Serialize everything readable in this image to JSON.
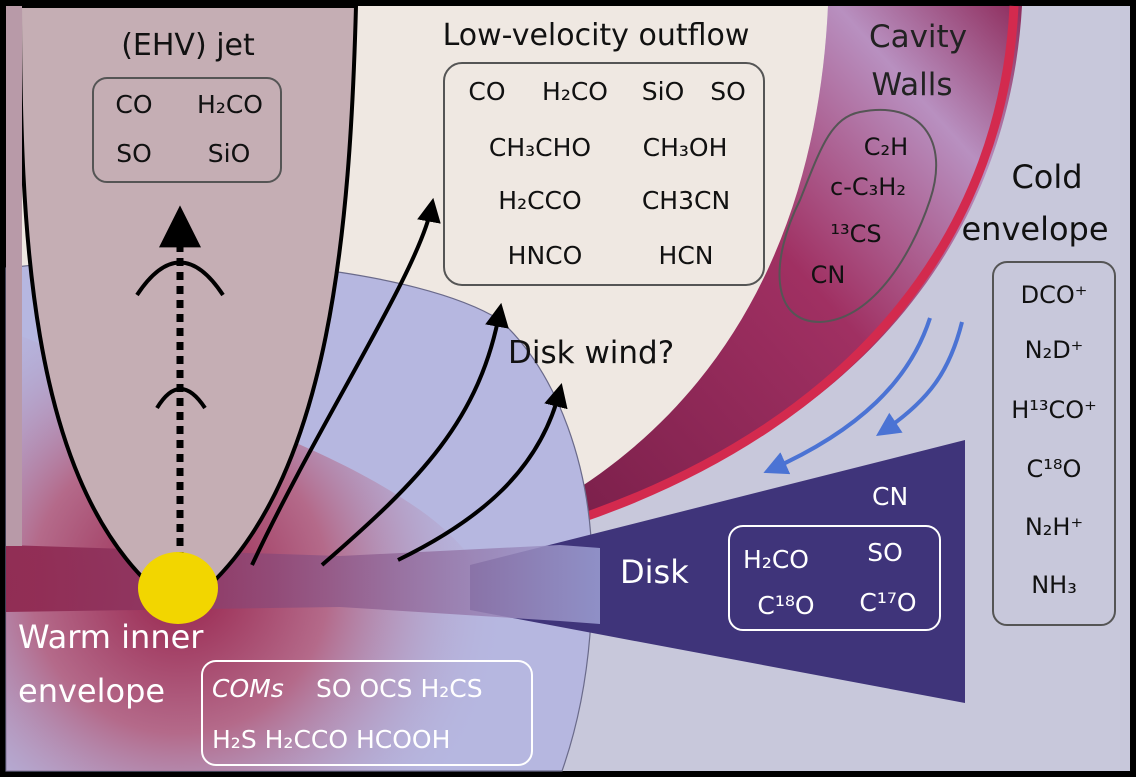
{
  "regions": {
    "jet": {
      "title": "(EHV) jet",
      "molecules": [
        [
          "CO",
          "H₂CO"
        ],
        [
          "SO",
          "SiO"
        ]
      ]
    },
    "outflow": {
      "title": "Low-velocity outflow",
      "molecules": [
        [
          "CO",
          "H₂CO",
          "SiO",
          "SO"
        ],
        [
          "CH₃CHO",
          "CH₃OH"
        ],
        [
          "H₂CCO",
          "CH3CN"
        ],
        [
          "HNCO",
          "HCN"
        ]
      ]
    },
    "cavity": {
      "title_lines": [
        "Cavity",
        "Walls"
      ],
      "molecules": [
        "C₂H",
        "c-C₃H₂",
        "¹³CS",
        "CN"
      ]
    },
    "cold_envelope": {
      "title_lines": [
        "Cold",
        "envelope"
      ],
      "molecules": [
        "DCO⁺",
        "N₂D⁺",
        "H¹³CO⁺",
        "C¹⁸O",
        "N₂H⁺",
        "NH₃"
      ]
    },
    "disk_wind": {
      "title": "Disk wind?"
    },
    "disk": {
      "title": "Disk",
      "outside_label": "CN",
      "molecules": [
        [
          "H₂CO",
          "SO"
        ],
        [
          "C¹⁸O",
          "C¹⁷O"
        ]
      ]
    },
    "warm_envelope": {
      "title_lines": [
        "Warm inner",
        "envelope"
      ],
      "row1_italic": "COMs",
      "row1": "SO OCS H₂CS",
      "row2": "H₂S H₂CCO HCOOH"
    }
  },
  "colors": {
    "frame": "#000000",
    "background_outer": "#c8c8db",
    "outflow_cavity": "#efe8e2",
    "jet_fill": "#c5aeb4",
    "cavity_wall_edge": "#d32a4e",
    "inner_envelope": "#b6b7e0",
    "warm_core": "#9a2a4e",
    "disk": "#3f347a",
    "protostar": "#f2d600",
    "infall_arrow": "#4b73d4"
  }
}
